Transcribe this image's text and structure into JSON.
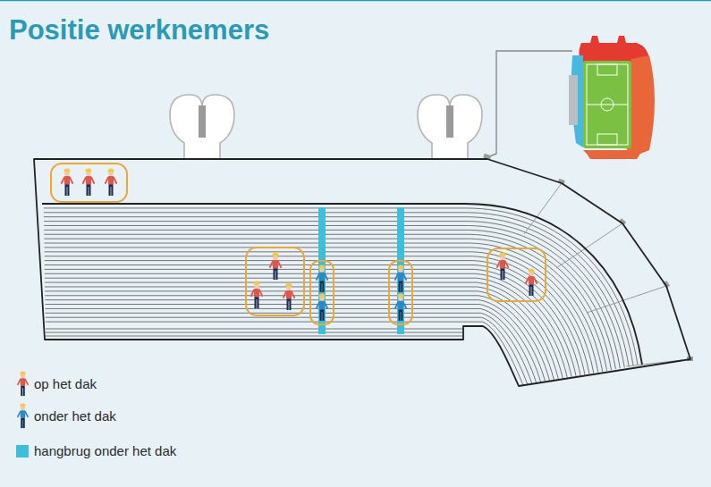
{
  "diagram": {
    "title": "Positie werknemers",
    "legend": [
      {
        "text": "op het dak"
      },
      {
        "text": "onder het dak"
      },
      {
        "text": "hangbrug onder het dak",
        "color": "#3dbfdc"
      }
    ]
  }
}
